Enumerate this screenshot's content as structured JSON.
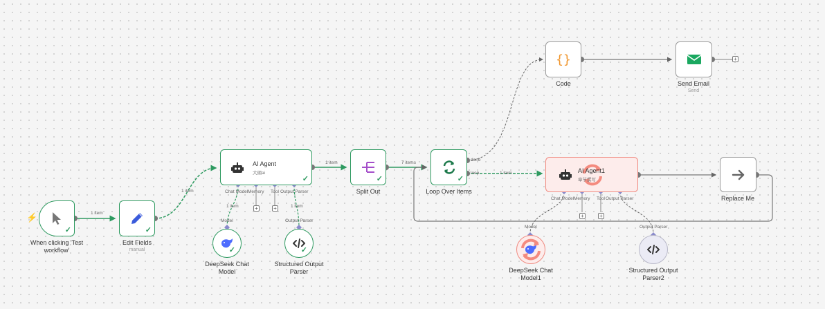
{
  "nodes": {
    "trigger": {
      "label": "When clicking 'Test workflow'"
    },
    "edit_fields": {
      "label": "Edit Fields",
      "sub": "manual"
    },
    "agent1": {
      "title": "AI Agent",
      "sub": "大纲ai",
      "ports": [
        "Chat Model",
        "Memory",
        "Tool",
        "Output Parser"
      ]
    },
    "split_out": {
      "label": "Split Out"
    },
    "loop": {
      "label": "Loop Over Items",
      "port_done": "done",
      "port_loop": "loop"
    },
    "code": {
      "label": "Code",
      "icon_text": "{}"
    },
    "send_email": {
      "label": "Send Email",
      "sub": "Send"
    },
    "agent2": {
      "title": "AI Agent1",
      "sub": "章节撰写",
      "ports": [
        "Chat Model",
        "Memory",
        "Tool",
        "Output Parser"
      ]
    },
    "replace_me": {
      "label": "Replace Me"
    },
    "deepseek1": {
      "label": "DeepSeek Chat Model",
      "port": "Model"
    },
    "parser1": {
      "label": "Structured Output Parser",
      "port": "Output Parser"
    },
    "deepseek2": {
      "label": "DeepSeek Chat Model1",
      "port": "Model"
    },
    "parser2": {
      "label": "Structured Output Parser2",
      "port": "Output Parser"
    }
  },
  "edges": {
    "trigger_edit": "1 item",
    "edit_agent": "1 item",
    "agent_split": "1 item",
    "split_loop": "7 items",
    "loop_agent2": "1 item",
    "model1": "1 item",
    "parser1": "1 item"
  },
  "colors": {
    "success": "#2e9a60",
    "error_border": "#f08a80",
    "error_bg": "#fdeceb",
    "trigger_bolt": "#ff5a3c",
    "edit_pencil": "#3b5bdb",
    "split_icon": "#a44ec9",
    "code_braces": "#f0962e",
    "email": "#1aa860",
    "deepseek_blue": "#4d6bfe"
  },
  "icons": [
    "cursor-icon",
    "pencil-icon",
    "robot-icon",
    "split-icon",
    "loop-icon",
    "braces-icon",
    "mail-icon",
    "arrow-right-icon",
    "deepseek-whale-icon",
    "code-icon",
    "bolt-icon",
    "plus-icon",
    "check-icon"
  ]
}
